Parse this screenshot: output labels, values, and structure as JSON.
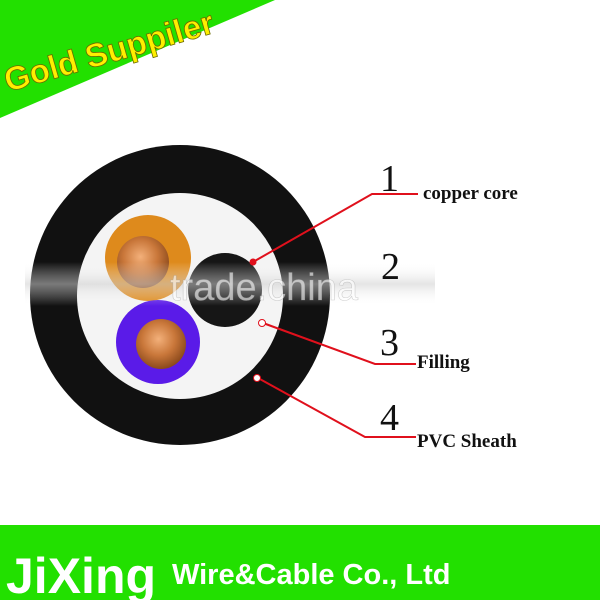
{
  "banner": {
    "text": "Gold Suppiler"
  },
  "brand": {
    "name": "JiXing",
    "company": "Wire&Cable Co., Ltd"
  },
  "watermark": {
    "text": "trade.china"
  },
  "callouts": [
    {
      "number": "1",
      "label": "copper core"
    },
    {
      "number": "2",
      "label": ""
    },
    {
      "number": "3",
      "label": "Filling"
    },
    {
      "number": "4",
      "label": "PVC Sheath"
    }
  ],
  "colors": {
    "green": "#22e000",
    "leader_red": "#e0101c",
    "sheath": "#111111",
    "filling": "#f4f4f4",
    "copper": "#c9773a",
    "orange_insulation": "#de8a1c",
    "blue_insulation": "#5a1be8"
  }
}
